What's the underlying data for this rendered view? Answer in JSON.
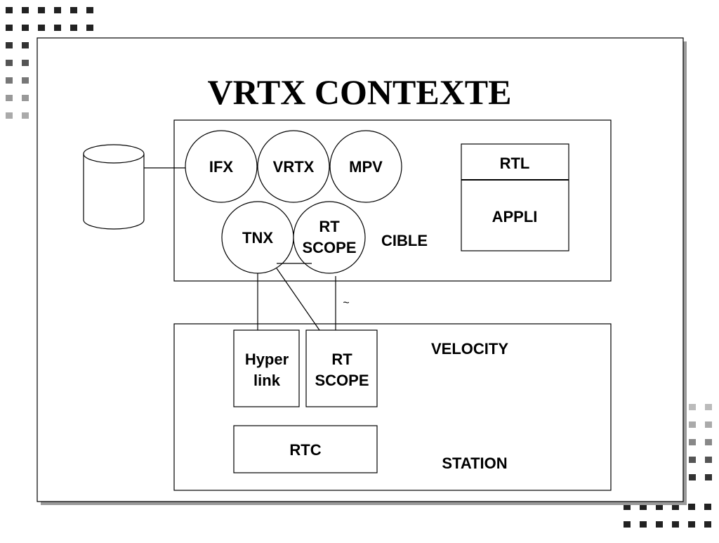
{
  "title": "VRTX CONTEXTE",
  "target": {
    "label": "CIBLE",
    "modules": {
      "ifx": "IFX",
      "vrtx": "VRTX",
      "mpv": "MPV",
      "tnx": "TNX",
      "rtscope": [
        "RT",
        "SCOPE"
      ]
    },
    "app_box": {
      "top": "RTL",
      "bottom": "APPLI"
    }
  },
  "host": {
    "velocity_label": "VELOCITY",
    "station_label": "STATION",
    "hyperlink": [
      "Hyper",
      "link"
    ],
    "rtscope": [
      "RT",
      "SCOPE"
    ],
    "rtc": "RTC"
  },
  "connector_symbol": "~"
}
